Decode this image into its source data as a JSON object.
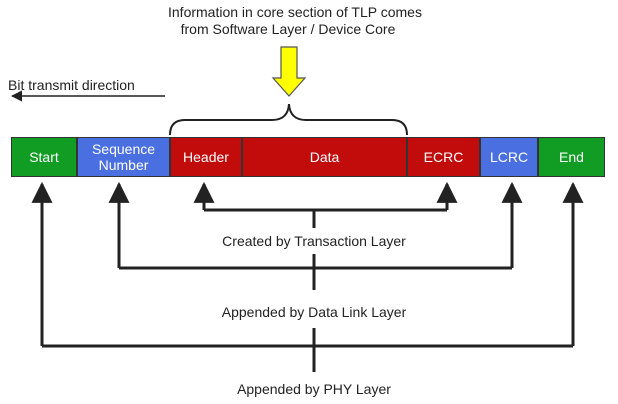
{
  "top_note": {
    "line1": "Information in core section of TLP comes",
    "line2": "from Software Layer / Device Core"
  },
  "direction_label": "Bit transmit direction",
  "segments": [
    {
      "label": "Start",
      "color": "#119c24"
    },
    {
      "label": "Sequence",
      "label2": "Number",
      "color": "#4a6fe0"
    },
    {
      "label": "Header",
      "color": "#c20b0b"
    },
    {
      "label": "Data",
      "color": "#c20b0b"
    },
    {
      "label": "ECRC",
      "color": "#c20b0b"
    },
    {
      "label": "LCRC",
      "color": "#4a6fe0"
    },
    {
      "label": "End",
      "color": "#119c24"
    }
  ],
  "layer_labels": {
    "transaction": "Created by Transaction Layer",
    "data_link": "Appended by Data Link Layer",
    "phy": "Appended by PHY Layer"
  },
  "colors": {
    "arrow_fill": "#ffff00",
    "arrow_stroke": "#555555",
    "line": "#222222"
  }
}
